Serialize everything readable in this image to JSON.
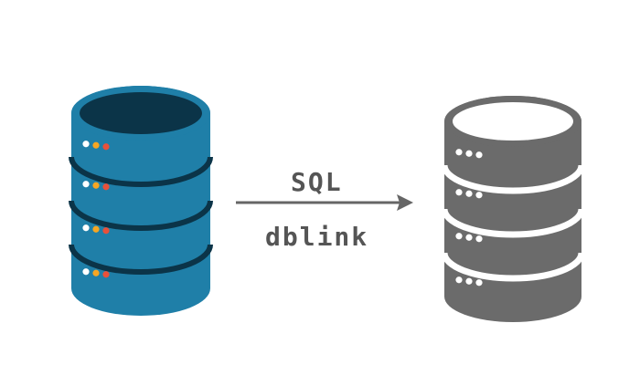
{
  "diagram": {
    "connector": {
      "label_top": "SQL",
      "label_bottom": "dblink"
    },
    "colors": {
      "source_body": "#1f7fa8",
      "source_top_inner": "#0b3448",
      "source_separator": "#0b3448",
      "target_body": "#6b6b6b",
      "target_top_inner": "#ffffff",
      "target_separator": "#ffffff",
      "arrow": "#666666",
      "light_white": "#ffffff",
      "light_orange": "#f5a623",
      "light_red": "#e8503a"
    },
    "source_database": {
      "icon": "database-icon",
      "disk_count": 4
    },
    "target_database": {
      "icon": "database-icon",
      "disk_count": 4
    }
  }
}
